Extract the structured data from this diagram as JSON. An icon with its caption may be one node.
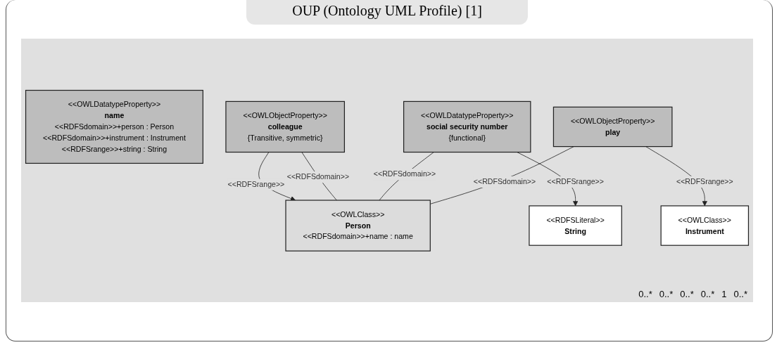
{
  "diagram": {
    "title": "OUP (Ontology UML Profile) [1]",
    "nodes": [
      {
        "text": [
          "<<OWLDatatypeProperty>>",
          "name",
          "<<RDFSdomain>>+person : Person",
          "<<RDFSdomain>>+instrument : Instrument",
          "<<RDFSrange>>+string : String"
        ]
      },
      {
        "text": [
          "<<OWLClass>>",
          "Person",
          "<<RDFSdomain>>+name : name"
        ]
      },
      {
        "text": [
          "<<OWLObjectProperty>>",
          "colleague",
          "{Transitive, symmetric}"
        ]
      },
      {
        "text": [
          "<<RDFSLiteral>>",
          "String"
        ]
      },
      {
        "text": [
          "<<OWLDatatypeProperty>>",
          "social security number",
          "{functional}"
        ]
      },
      {
        "text": [
          "<<OWLObjectProperty>>",
          "play"
        ]
      },
      {
        "text": [
          "<<OWLClass>>",
          "Instrument"
        ]
      }
    ],
    "edges": [
      {
        "from": 2,
        "to": 1,
        "arrow": "to",
        "label": "<<RDFSrange>>"
      },
      {
        "from": 2,
        "to": 1,
        "arrow": "none",
        "label": "<<RDFSdomain>>"
      },
      {
        "from": 4,
        "to": 1,
        "arrow": "none",
        "label": "<<RDFSdomain>>"
      },
      {
        "from": 5,
        "to": 1,
        "arrow": "none",
        "label": "<<RDFSdomain>>"
      },
      {
        "from": 4,
        "to": 3,
        "arrow": "to",
        "label": "<<RDFSrange>>"
      },
      {
        "from": 5,
        "to": 6,
        "arrow": "to",
        "label": "<<RDFSrange>>"
      }
    ],
    "labels": [
      "0..*",
      "0..*",
      "0..*",
      "0..*",
      "1",
      "0..*"
    ]
  }
}
